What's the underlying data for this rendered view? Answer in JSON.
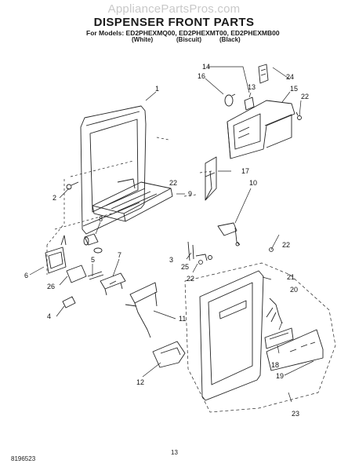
{
  "watermark": "AppliancePartsPros.com",
  "header": {
    "title": "DISPENSER FRONT PARTS",
    "models_line": "For Models: ED2PHEXMQ00, ED2PHEXMT00, ED2PHEXMB00",
    "variants": [
      "(White)",
      "(Biscuit)",
      "(Black)"
    ]
  },
  "callouts": [
    "1",
    "2",
    "3",
    "4",
    "5",
    "6",
    "7",
    "8",
    "9",
    "10",
    "11",
    "12",
    "13",
    "14",
    "15",
    "16",
    "17",
    "18",
    "19",
    "20",
    "21",
    "22",
    "22",
    "22",
    "22",
    "23",
    "24",
    "25",
    "26"
  ],
  "footer": {
    "doc_number": "8196523",
    "page_number": "13"
  }
}
